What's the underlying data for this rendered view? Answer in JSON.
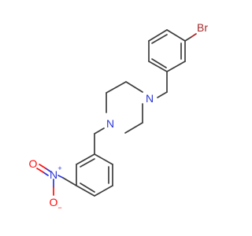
{
  "molecule": {
    "atoms": {
      "br": {
        "symbol": "Br",
        "color": "#a52a2a"
      },
      "n_pip_top": {
        "symbol": "N",
        "color": "#2b36d6"
      },
      "n_pip_bottom": {
        "symbol": "N",
        "color": "#2b36d6"
      },
      "n_nitro": {
        "symbol": "N",
        "charge": "+",
        "color": "#2b36d6"
      },
      "o_nitro_single": {
        "symbol": "O",
        "charge": "−",
        "color": "#ff0d0d"
      },
      "o_nitro_double": {
        "symbol": "O",
        "color": "#ff0d0d"
      }
    },
    "bond_color": "#3d3d3d",
    "background": "#ffffff"
  }
}
